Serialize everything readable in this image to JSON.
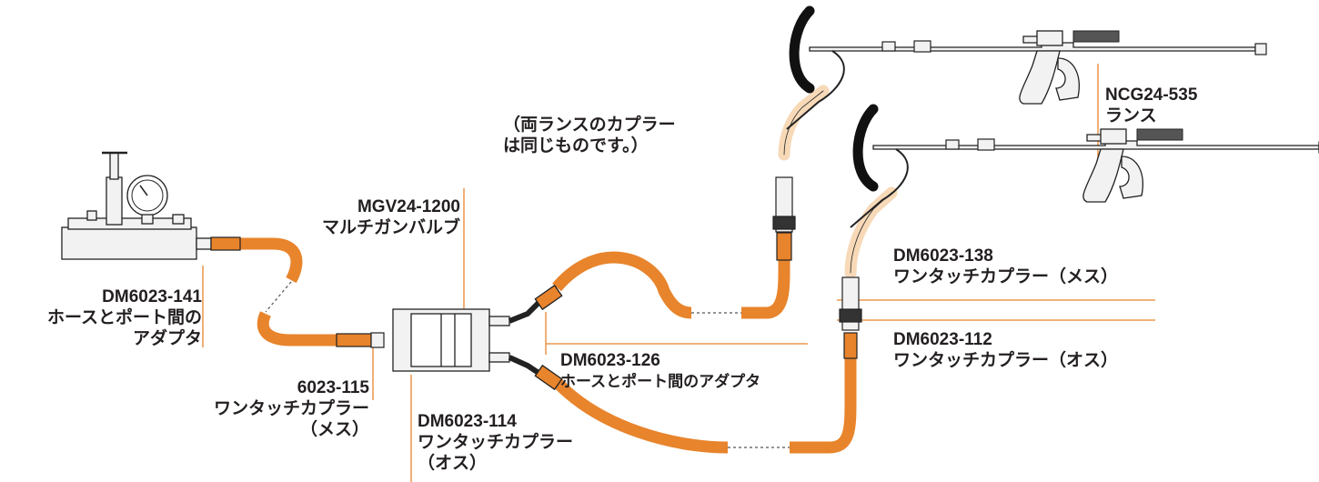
{
  "colors": {
    "hose": "#e8842c",
    "hose_dark": "#b85d12",
    "leader": "#e8842c",
    "text": "#231f20",
    "metal": "#f2f2f2",
    "pale_hose": "#f7d9b8"
  },
  "labels": {
    "dm6023_141": {
      "line1": "DM6023-141",
      "line2": "ホースとポート間の",
      "line3": "アダプタ"
    },
    "c6023_115": {
      "line1": "6023-115",
      "line2": "ワンタッチカプラー",
      "line3": "（メス）"
    },
    "mgv": {
      "line1": "MGV24-1200",
      "line2": "マルチガンバルブ"
    },
    "dm6023_114": {
      "line1": "DM6023-114",
      "line2": "ワンタッチカプラー",
      "line3": "（オス）"
    },
    "dm6023_126": {
      "line1": "DM6023-126",
      "line2": "ホースとポート間のアダプタ"
    },
    "note": {
      "line1": "（両ランスのカプラー",
      "line2": "は同じものです。）"
    },
    "ncg": {
      "line1": "NCG24-535",
      "line2": "ランス"
    },
    "dm6023_138": {
      "line1": "DM6023-138",
      "line2": "ワンタッチカプラー（メス）"
    },
    "dm6023_112": {
      "line1": "DM6023-112",
      "line2": "ワンタッチカプラー（オス）"
    }
  }
}
